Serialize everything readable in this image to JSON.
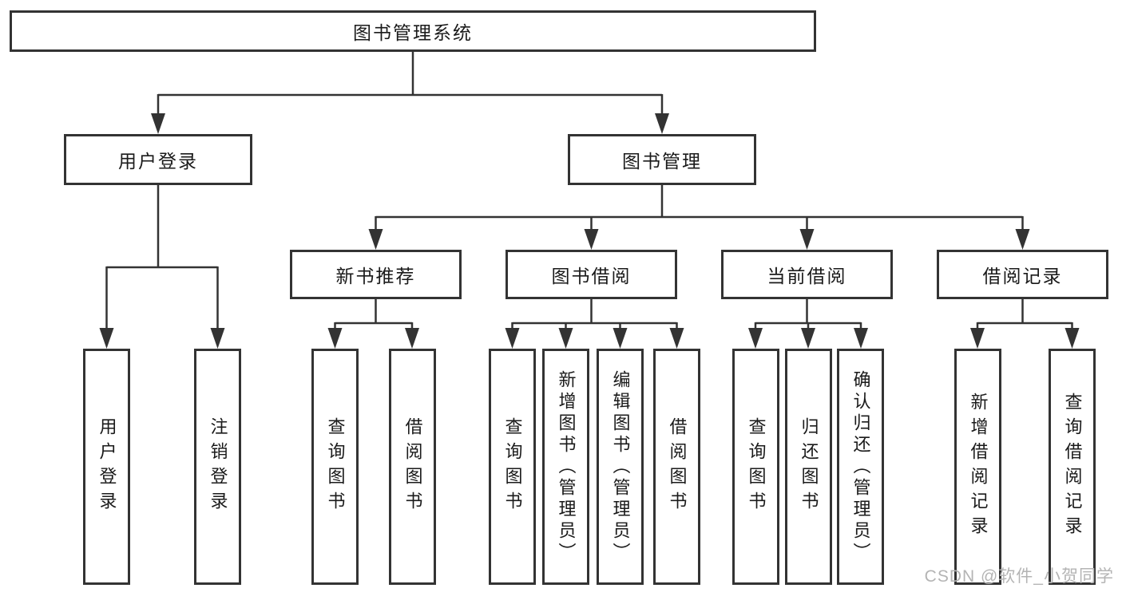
{
  "page": {
    "background": "#ffffff"
  },
  "colors": {
    "line": "#333333",
    "box_border": "#333333",
    "text": "#1a1a1a",
    "watermark": "#b4b4b4"
  },
  "watermark": "CSDN @软件_小贺同学",
  "diagram": {
    "type": "hierarchy-tree",
    "root": "图书管理系统",
    "branches": [
      {
        "label": "用户登录",
        "leaves": [
          "用户登录",
          "注销登录"
        ]
      },
      {
        "label": "图书管理",
        "groups": [
          {
            "label": "新书推荐",
            "leaves": [
              "查询图书",
              "借阅图书"
            ]
          },
          {
            "label": "图书借阅",
            "leaves": [
              "查询图书",
              "新增图书（管理员）",
              "编辑图书（管理员）",
              "借阅图书"
            ]
          },
          {
            "label": "当前借阅",
            "leaves": [
              "查询图书",
              "归还图书",
              "确认归还（管理员）"
            ]
          },
          {
            "label": "借阅记录",
            "leaves": [
              "新增借阅记录",
              "查询借阅记录"
            ]
          }
        ]
      }
    ]
  }
}
